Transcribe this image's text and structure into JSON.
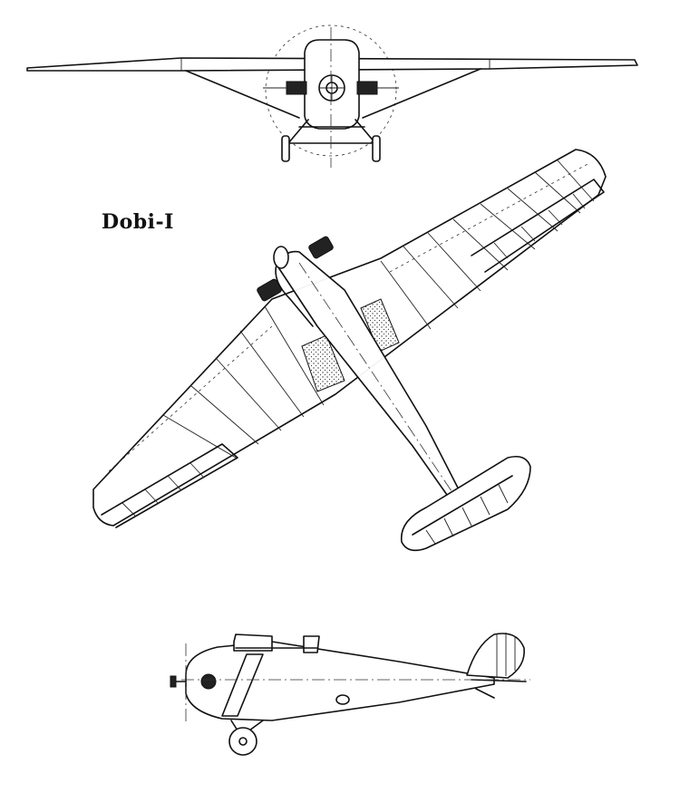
{
  "drawing": {
    "title": "Dobi-I",
    "views": [
      "front-view",
      "top-view",
      "side-view"
    ]
  }
}
